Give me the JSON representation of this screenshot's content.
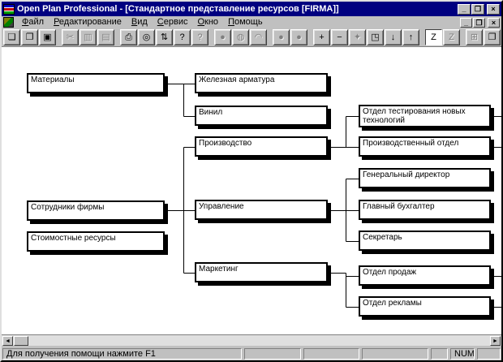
{
  "window": {
    "title": "Open Plan Professional - [Стандартное представление ресурсов [FIRMA]]",
    "controls": {
      "minimize": "_",
      "restore": "❐",
      "close": "×"
    }
  },
  "menu": {
    "items": [
      {
        "label": "Файл"
      },
      {
        "label": "Редактирование"
      },
      {
        "label": "Вид"
      },
      {
        "label": "Сервис"
      },
      {
        "label": "Окно"
      },
      {
        "label": "Помощь"
      }
    ],
    "controls": {
      "minimize": "_",
      "restore": "❐",
      "close": "×"
    }
  },
  "toolbar": {
    "groups": [
      {
        "buttons": [
          {
            "name": "new",
            "glyph": "❏",
            "disabled": false
          },
          {
            "name": "open",
            "glyph": "❐",
            "disabled": false
          },
          {
            "name": "save",
            "glyph": "▣",
            "disabled": false
          }
        ]
      },
      {
        "buttons": [
          {
            "name": "cut",
            "glyph": "✂",
            "disabled": true
          },
          {
            "name": "copy",
            "glyph": "▥",
            "disabled": true
          },
          {
            "name": "paste",
            "glyph": "▤",
            "disabled": true
          }
        ]
      },
      {
        "buttons": [
          {
            "name": "print",
            "glyph": "⎙",
            "disabled": false
          },
          {
            "name": "print-preview",
            "glyph": "◎",
            "disabled": false
          },
          {
            "name": "views",
            "glyph": "⇅",
            "disabled": false
          },
          {
            "name": "help",
            "glyph": "?",
            "disabled": false
          },
          {
            "name": "context-help",
            "glyph": "?",
            "disabled": true
          }
        ]
      },
      {
        "buttons": [
          {
            "name": "shape-circle",
            "glyph": "●",
            "disabled": true
          },
          {
            "name": "shape-circle-query",
            "glyph": "◍",
            "disabled": true
          },
          {
            "name": "shape-arch",
            "glyph": "◠",
            "disabled": true
          }
        ]
      },
      {
        "buttons": [
          {
            "name": "shape-ellipse-a",
            "glyph": "●",
            "disabled": true
          },
          {
            "name": "shape-ellipse-b",
            "glyph": "●",
            "disabled": true
          }
        ]
      },
      {
        "buttons": [
          {
            "name": "add-node",
            "glyph": "+",
            "disabled": false
          },
          {
            "name": "remove-node",
            "glyph": "−",
            "disabled": false
          },
          {
            "name": "link-nodes",
            "glyph": "✦",
            "disabled": true
          },
          {
            "name": "sublevel",
            "glyph": "◳",
            "disabled": false
          },
          {
            "name": "move-down",
            "glyph": "↓",
            "disabled": false
          },
          {
            "name": "move-up",
            "glyph": "↑",
            "disabled": false
          }
        ]
      },
      {
        "buttons": [
          {
            "name": "zoom",
            "glyph": "Z",
            "disabled": false,
            "pressed": true
          },
          {
            "name": "zoom-page",
            "glyph": "Z",
            "disabled": true
          }
        ]
      },
      {
        "buttons": [
          {
            "name": "window-grid",
            "glyph": "⊞",
            "disabled": true
          },
          {
            "name": "window-arrange",
            "glyph": "❐",
            "disabled": false
          }
        ]
      }
    ]
  },
  "tree": {
    "nodes": [
      {
        "label": "Материалы"
      },
      {
        "label": "Сотрудники фирмы"
      },
      {
        "label": "Стоимостные ресурсы"
      },
      {
        "label": "Железная арматура"
      },
      {
        "label": "Винил"
      },
      {
        "label": "Производство"
      },
      {
        "label": "Управление"
      },
      {
        "label": "Маркетинг"
      },
      {
        "label": "Отдел тестирования новых технологий"
      },
      {
        "label": "Производственный отдел"
      },
      {
        "label": "Генеральный директор"
      },
      {
        "label": "Главный бухгалтер"
      },
      {
        "label": "Секретарь"
      },
      {
        "label": "Отдел продаж"
      },
      {
        "label": "Отдел рекламы"
      }
    ]
  },
  "scrollbar": {
    "left_arrow": "◄",
    "right_arrow": "►"
  },
  "statusbar": {
    "message": "Для получения помощи нажмите F1",
    "num": "NUM"
  },
  "colors": {
    "titlebar": "#000080",
    "chrome": "#c0c0c0",
    "canvas": "#ffffff",
    "box_border": "#000000",
    "title_text": "#ffffff"
  }
}
